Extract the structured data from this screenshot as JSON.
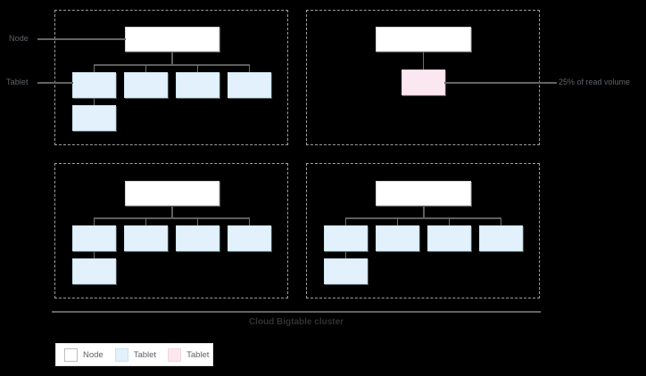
{
  "diagram": {
    "title": "Cloud Bigtable cluster",
    "side_labels": [
      {
        "name": "node",
        "text": "Node"
      },
      {
        "name": "tablet",
        "text": "Tablet"
      }
    ],
    "callouts": [
      {
        "name": "read-volume",
        "text": "25% of read volume"
      }
    ],
    "legend": {
      "items": [
        {
          "label": "Node",
          "swatch": "node-swatch",
          "color": "#ffffff"
        },
        {
          "label": "Tablet",
          "swatch": "tablet-swatch",
          "color": "#e2f1fb"
        },
        {
          "label": "Tablet",
          "swatch": "hot-tablet-swatch",
          "color": "#fbe7ef"
        }
      ]
    },
    "colors": {
      "background": "#000000",
      "node_fill": "#ffffff",
      "tablet_fill": "#e2f1fb",
      "hot_tablet_fill": "#fbe7ef",
      "connector": "#6f6f6f",
      "dashed_border": "#9e9e9e",
      "label_text": "#5f6368",
      "caption_text": "#33302f"
    },
    "quadrants": [
      {
        "name": "cluster-node-top-left",
        "node_boxes": 1,
        "tablet_boxes": 5,
        "hot_tablet_boxes": 0
      },
      {
        "name": "cluster-node-top-right",
        "node_boxes": 1,
        "tablet_boxes": 0,
        "hot_tablet_boxes": 1
      },
      {
        "name": "cluster-node-bottom-left",
        "node_boxes": 1,
        "tablet_boxes": 5,
        "hot_tablet_boxes": 0
      },
      {
        "name": "cluster-node-bottom-right",
        "node_boxes": 1,
        "tablet_boxes": 5,
        "hot_tablet_boxes": 0
      }
    ]
  }
}
